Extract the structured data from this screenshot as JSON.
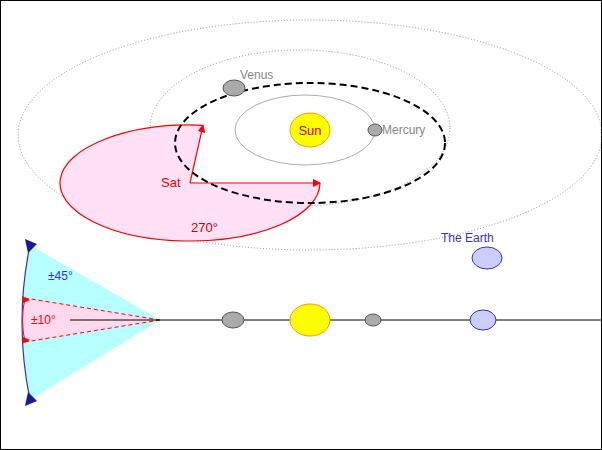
{
  "diagram": {
    "nodes": [
      {
        "text": [
          "Sun"
        ]
      }
    ],
    "labels": [
      "Venus",
      "Mercury",
      "Sat",
      "270°",
      "The Earth",
      "±45°",
      "±10°"
    ]
  }
}
